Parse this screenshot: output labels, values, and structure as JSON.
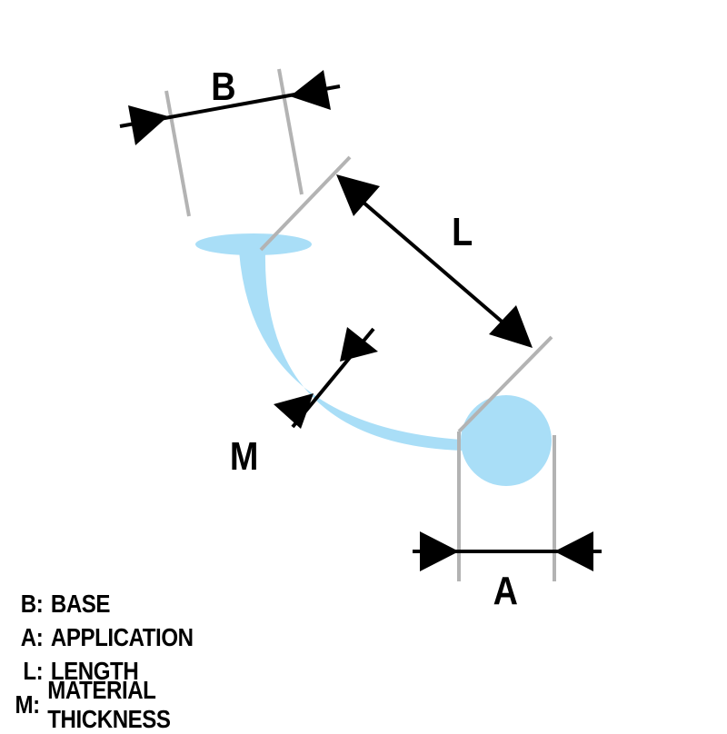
{
  "colors": {
    "part_fill": "#a9def7",
    "extension_line": "#b3b3b3",
    "dimension_line": "#000000"
  },
  "labels": {
    "base": "B",
    "application": "A",
    "length": "L",
    "material_thickness": "M"
  },
  "legend": [
    {
      "key": "B:",
      "text": "BASE"
    },
    {
      "key": "A:",
      "text": "APPLICATION"
    },
    {
      "key": "L:",
      "text": "LENGTH"
    },
    {
      "key": "M:",
      "text": "MATERIAL THICKNESS"
    }
  ]
}
